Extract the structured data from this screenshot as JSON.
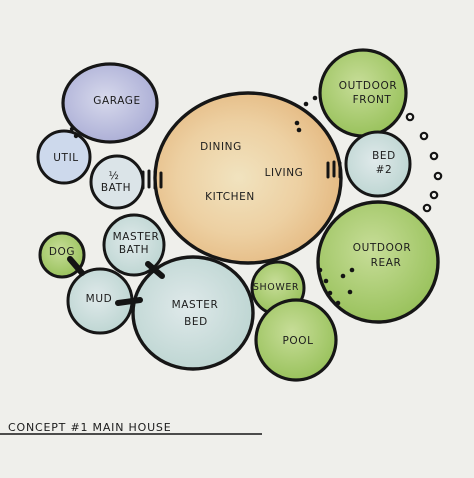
{
  "diagram": {
    "caption": "CONCEPT #1   MAIN HOUSE",
    "rooms": {
      "garage": [
        "GARAGE"
      ],
      "util": [
        "UTIL"
      ],
      "half_bath": [
        "½",
        "BATH"
      ],
      "main": {
        "dining": "DINING",
        "living": "LIVING",
        "kitchen": "KITCHEN"
      },
      "outdoor_front": [
        "OUTDOOR",
        "FRONT"
      ],
      "bed2": [
        "BED",
        "#2"
      ],
      "dog": [
        "DOG"
      ],
      "master_bath": [
        "MASTER",
        "BATH"
      ],
      "mud": [
        "MUD"
      ],
      "master_bed": [
        "MASTER",
        "BED"
      ],
      "shower": [
        "SHOWER"
      ],
      "pool": [
        "POOL"
      ],
      "outdoor_rear": [
        "OUTDOOR",
        "REAR"
      ]
    }
  },
  "colors": {
    "paper": "#efefeb",
    "garage": "#aeb0d8",
    "util": "#c8d5ea",
    "half_bath": "#d6e1e6",
    "main": "#e8c28c",
    "main_center": "#efe0b8",
    "green": "#a8cc6c",
    "blue_green": "#c3dcd2",
    "master_bed": "#bfdad7"
  }
}
